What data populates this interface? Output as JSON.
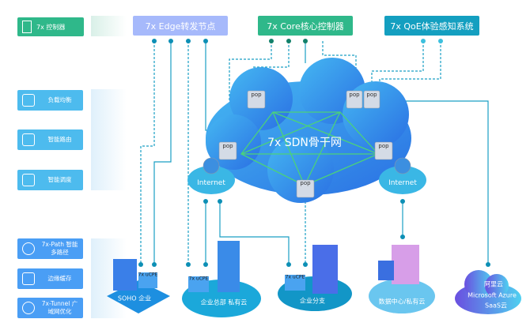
{
  "top_bar": {
    "controller": {
      "label": "7x 控制器",
      "icon": "controller-icon",
      "color": "#2fb88a"
    },
    "edge": {
      "label": "7x  Edge转发节点",
      "color": "#a6b9fb"
    },
    "core": {
      "label": "7x  Core核心控制器",
      "color": "#2fb88a"
    },
    "qoe": {
      "label": "7x  QoE体验感知系统",
      "color": "#149fc0"
    }
  },
  "left_upper": [
    {
      "label": "负载均衡",
      "icon": "load-balance-icon"
    },
    {
      "label": "智能路由",
      "icon": "router-icon"
    },
    {
      "label": "智能调度",
      "icon": "server-schedule-icon"
    }
  ],
  "left_lower": [
    {
      "label": "7x-Path 智能多路径",
      "icon": "multipath-icon"
    },
    {
      "label": "边缘缓存",
      "icon": "cache-icon"
    },
    {
      "label": "7x-Tunnel 广域网优化",
      "icon": "globe-icon"
    }
  ],
  "backbone": {
    "title": "7x SDN骨干网",
    "pop_label": "pop",
    "internet_label": "Internet"
  },
  "sites": {
    "soho": "SOHO  企业",
    "hq": "企业总部 私有云",
    "branch": "企业分支",
    "datacenter": "数据中心/私有云",
    "ucpe": "7x uCPE",
    "cloud": {
      "aliyun": "阿里云",
      "azure": "Microsoft Azure",
      "saas": "SaaS云"
    }
  },
  "colors": {
    "upper_blue": "#4dbbee",
    "lower_blue": "#4a9ef5",
    "line": "#1a9fc4"
  }
}
